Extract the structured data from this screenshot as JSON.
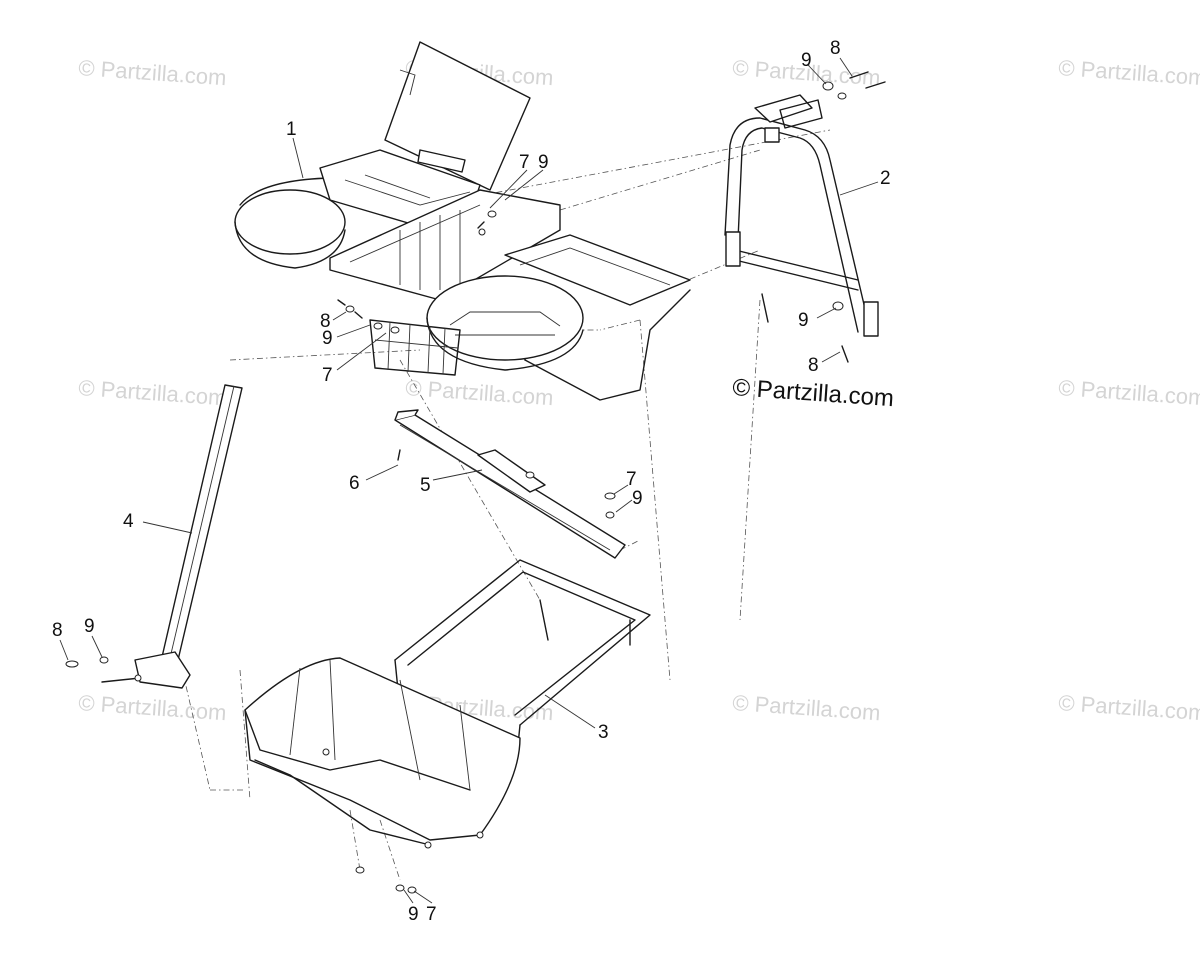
{
  "copyright": "© Partzilla.com",
  "watermarks": [
    "© Partzilla.com",
    "© Partzilla.com",
    "© Partzilla.com",
    "© Partzilla.com",
    "© Partzilla.com",
    "© Partzilla.com",
    "© Partzilla.com",
    "© Partzilla.com",
    "© Partzilla.com",
    "© Partzilla.com",
    "© Partzilla.com"
  ],
  "parts": {
    "p1": "1",
    "p2": "2",
    "p3": "3",
    "p4": "4",
    "p5": "5",
    "p6": "6"
  },
  "hardware_labels": {
    "top_right_9": "9",
    "top_right_8": "8",
    "center_7": "7",
    "center_9": "9",
    "left_8": "8",
    "left_9": "9",
    "left_7": "7",
    "right_9": "9",
    "right_8": "8",
    "mid_7": "7",
    "mid_9": "9",
    "handle_8": "8",
    "handle_9": "9",
    "bottom_9": "9",
    "bottom_7": "7"
  }
}
